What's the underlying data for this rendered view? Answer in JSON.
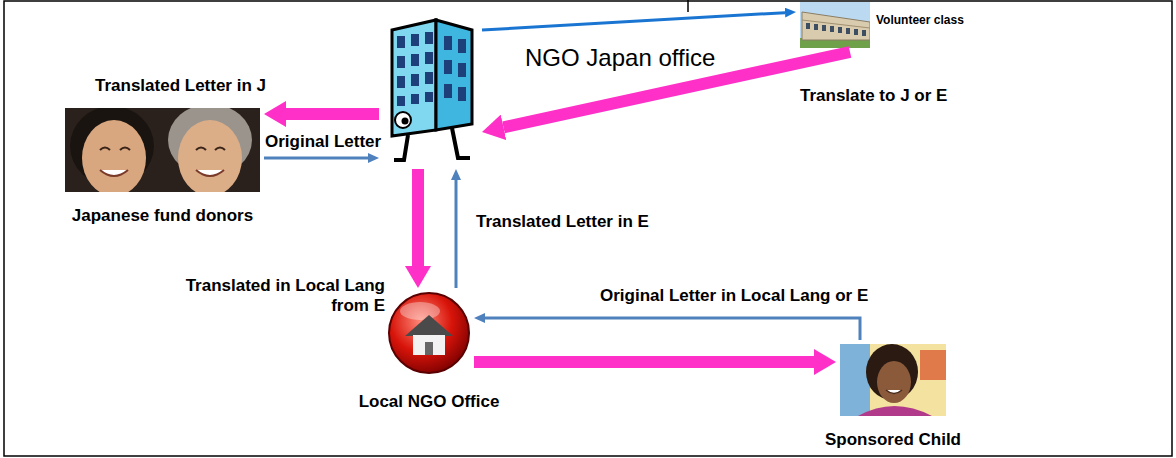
{
  "diagram": {
    "nodes": [
      {
        "text": [
          "NGO Japan office"
        ]
      },
      {
        "text": [
          "Volunteer class"
        ]
      },
      {
        "text": [
          "Japanese fund donors"
        ]
      },
      {
        "text": [
          "Local NGO Office"
        ]
      },
      {
        "text": [
          "Sponsored Child"
        ]
      }
    ],
    "edges": [
      {
        "from": 0,
        "to": 1,
        "arrow": "to"
      },
      {
        "from": 1,
        "to": 0,
        "label": "Translate to J or E",
        "arrow": "to"
      },
      {
        "from": 0,
        "to": 2,
        "label": "Translated Letter in J",
        "arrow": "to"
      },
      {
        "from": 2,
        "to": 0,
        "label": "Original Letter",
        "arrow": "to"
      },
      {
        "from": 0,
        "to": 3,
        "label": "Translated in Local Lang from E",
        "arrow": "to"
      },
      {
        "from": 3,
        "to": 0,
        "label": "Translated Letter in E",
        "arrow": "to"
      },
      {
        "from": 4,
        "to": 3,
        "label": "Original Letter in Local Lang or E",
        "arrow": "to"
      },
      {
        "from": 3,
        "to": 4,
        "arrow": "to"
      }
    ]
  }
}
